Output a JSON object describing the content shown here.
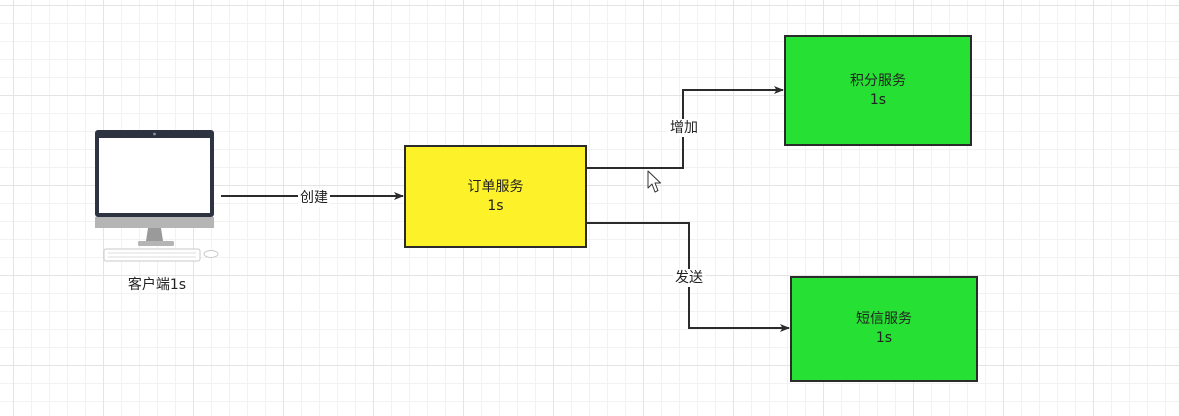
{
  "colors": {
    "order_fill": "#fdf22a",
    "service_fill": "#26e033",
    "stroke": "#2b2b2b",
    "monitor_frame": "#2d3340",
    "monitor_stand": "#b5b5b5"
  },
  "client": {
    "icon": "desktop-computer-icon",
    "label": "客户端1s"
  },
  "nodes": {
    "order": {
      "title": "订单服务",
      "time": "1s"
    },
    "points": {
      "title": "积分服务",
      "time": "1s"
    },
    "sms": {
      "title": "短信服务",
      "time": "1s"
    }
  },
  "edges": {
    "create": {
      "label": "创建"
    },
    "add": {
      "label": "增加"
    },
    "send": {
      "label": "发送"
    }
  },
  "cursor": {
    "icon": "mouse-pointer-icon"
  }
}
